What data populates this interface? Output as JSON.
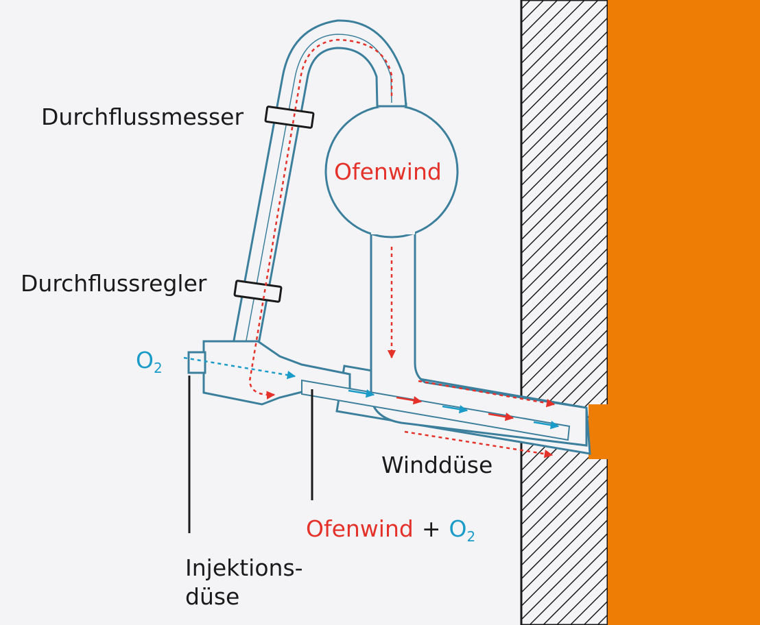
{
  "labels": {
    "flow_meter": "Durchflussmesser",
    "flow_regulator": "Durchflussregler",
    "hot_blast": "Ofenwind",
    "oxygen": "O",
    "oxygen_subscript": "2",
    "tuyere": "Winddüse",
    "mix_hot_blast": "Ofenwind",
    "mix_plus": "+",
    "mix_oxygen": "O",
    "mix_oxygen_subscript": "2",
    "injection_nozzle_line1": "Injektions-",
    "injection_nozzle_line2": "düse"
  },
  "colors": {
    "background": "#f4f4f6",
    "pipe_outline": "#3c7f9c",
    "hot_blast_flow": "#e4322b",
    "oxygen_flow": "#1a9bc8",
    "furnace": "#ee7d05",
    "wall_hatch": "#1a1a1a",
    "text": "#1a1a1a"
  }
}
